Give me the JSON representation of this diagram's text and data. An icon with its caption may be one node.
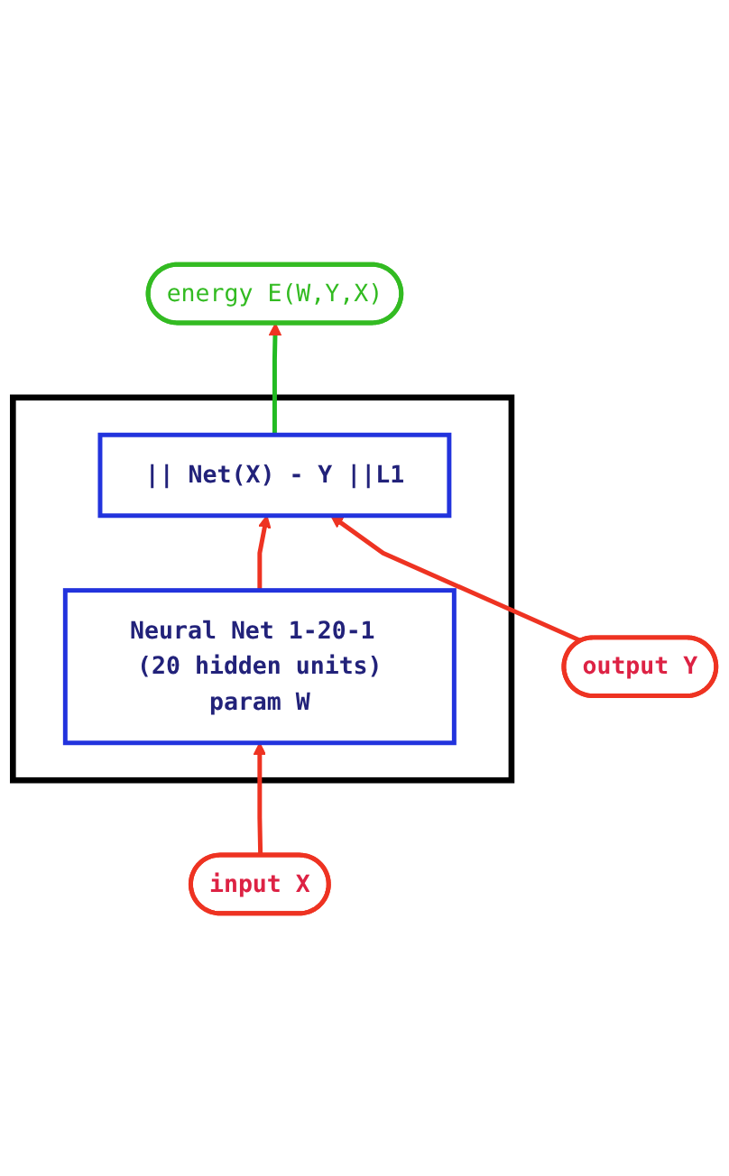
{
  "diagram": {
    "nodes": [
      {
        "text": [
          "energy E(W,Y,X)"
        ]
      },
      {
        "text": [],
        "shape": "box"
      },
      {
        "text": [
          "|| Net(X) - Y ||L1"
        ],
        "in": 1
      },
      {
        "text": [
          "Neural Net 1-20-1 (20 hidden units)",
          "param W"
        ],
        "in": 1
      },
      {
        "text": [
          "input X"
        ]
      },
      {
        "text": [
          "output Y"
        ]
      }
    ],
    "edges": [
      {
        "from": 2,
        "to": 0,
        "arrow": "to",
        "color": "#22bb22"
      },
      {
        "from": 3,
        "to": 2,
        "arrow": "to"
      },
      {
        "from": 4,
        "to": 3,
        "arrow": "to"
      },
      {
        "from": 5,
        "to": 2,
        "arrow": "to"
      }
    ]
  }
}
